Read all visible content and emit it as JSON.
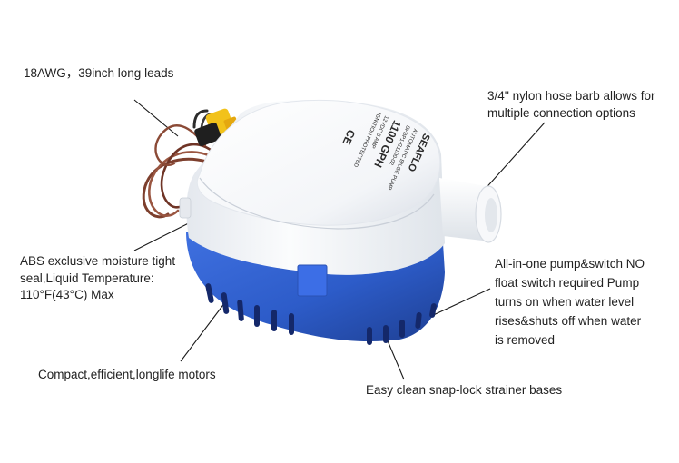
{
  "product": {
    "brand": "SEAFLO",
    "model_lines": [
      "AUTOMATIC BILGE PUMP",
      "SFBP1-G1100-02",
      "1100 GPH",
      "12VDC 5 AMP",
      "IGNITION PROTECTED"
    ],
    "colors": {
      "housing": "#f4f6f8",
      "base": "#2f5fd0",
      "button": "#3c6ee6",
      "wire": "#8a4a36",
      "connector": "#f2c21a"
    }
  },
  "callouts": {
    "leads": "18AWG，39inch long leads",
    "hose_barb": [
      "3/4'' nylon hose barb allows for",
      "multiple connection options"
    ],
    "abs": [
      "ABS exclusive moisture tight",
      "seal,Liquid Temperature:",
      "110°F(43°C)  Max"
    ],
    "switch": [
      "All-in-one pump&switch NO",
      "float switch required Pump",
      "turns on when water level",
      "rises&shuts off when water",
      "is removed"
    ],
    "motor": "Compact,efficient,longlife motors",
    "strainer": "Easy clean snap-lock strainer bases"
  }
}
